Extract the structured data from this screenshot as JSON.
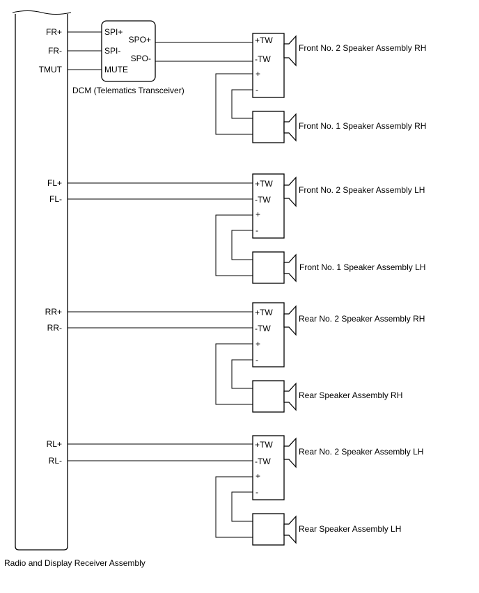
{
  "receiver": {
    "label": "Radio and Display Receiver Assembly",
    "pins": {
      "fr_plus": "FR+",
      "fr_minus": "FR-",
      "tmut": "TMUT",
      "fl_plus": "FL+",
      "fl_minus": "FL-",
      "rr_plus": "RR+",
      "rr_minus": "RR-",
      "rl_plus": "RL+",
      "rl_minus": "RL-"
    }
  },
  "dcm": {
    "label": "DCM (Telematics Transceiver)",
    "pins": {
      "spi_plus": "SPI+",
      "spi_minus": "SPI-",
      "mute": "MUTE",
      "spo_plus": "SPO+",
      "spo_minus": "SPO-"
    }
  },
  "tw_pins": {
    "plus_tw": "+TW",
    "minus_tw": "-TW",
    "plus": "+",
    "minus": "-"
  },
  "speakers": {
    "front_rh": {
      "tweeter_label": "Front No. 2 Speaker Assembly RH",
      "woofer_label": "Front No. 1 Speaker Assembly RH"
    },
    "front_lh": {
      "tweeter_label": "Front No. 2 Speaker Assembly LH",
      "woofer_label": "Front No. 1 Speaker Assembly LH"
    },
    "rear_rh": {
      "tweeter_label": "Rear No. 2 Speaker Assembly RH",
      "woofer_label": "Rear Speaker Assembly RH"
    },
    "rear_lh": {
      "tweeter_label": "Rear No. 2 Speaker Assembly LH",
      "woofer_label": "Rear Speaker Assembly LH"
    }
  }
}
